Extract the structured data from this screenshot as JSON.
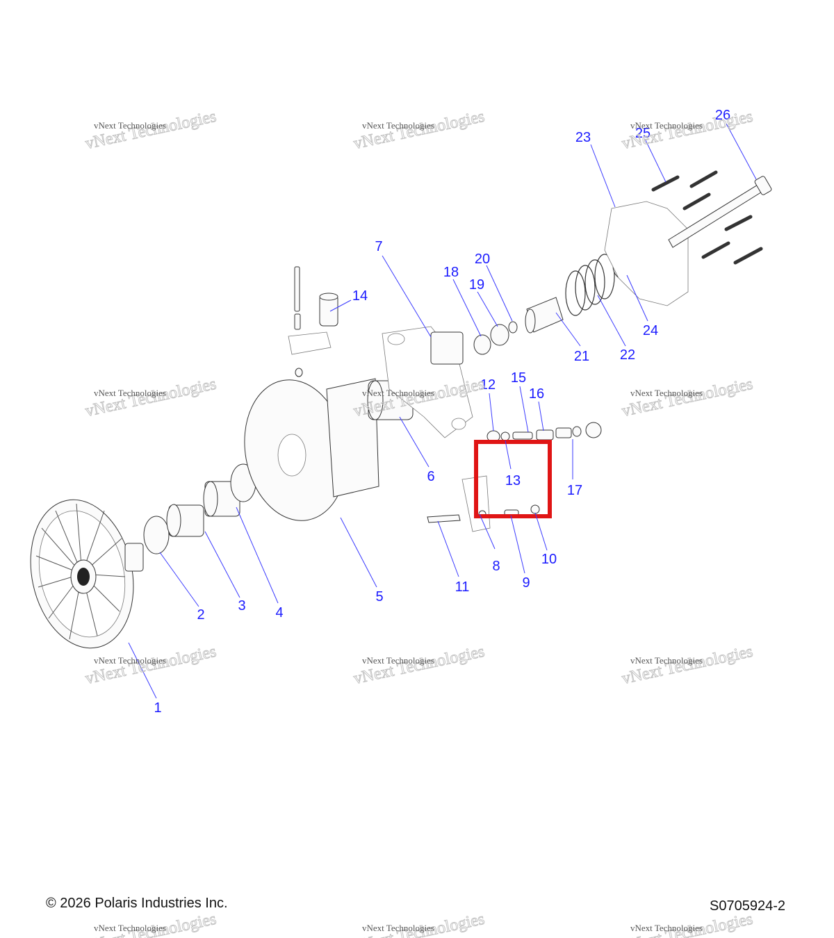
{
  "copyright": "© 2026 Polaris Industries Inc.",
  "diagram_id": "S0705924-2",
  "watermark": {
    "line1": "vNext Technologies",
    "line2": "vNext\nTechnologies"
  },
  "highlight_color": "#e01515",
  "callout_color": "#1a1aff",
  "callouts": [
    {
      "n": "1"
    },
    {
      "n": "2"
    },
    {
      "n": "3"
    },
    {
      "n": "4"
    },
    {
      "n": "5"
    },
    {
      "n": "6"
    },
    {
      "n": "7"
    },
    {
      "n": "8"
    },
    {
      "n": "9"
    },
    {
      "n": "10"
    },
    {
      "n": "11"
    },
    {
      "n": "12"
    },
    {
      "n": "13"
    },
    {
      "n": "14"
    },
    {
      "n": "15"
    },
    {
      "n": "16"
    },
    {
      "n": "17"
    },
    {
      "n": "18"
    },
    {
      "n": "19"
    },
    {
      "n": "20"
    },
    {
      "n": "21"
    },
    {
      "n": "22"
    },
    {
      "n": "23"
    },
    {
      "n": "24"
    },
    {
      "n": "25"
    },
    {
      "n": "26"
    }
  ]
}
